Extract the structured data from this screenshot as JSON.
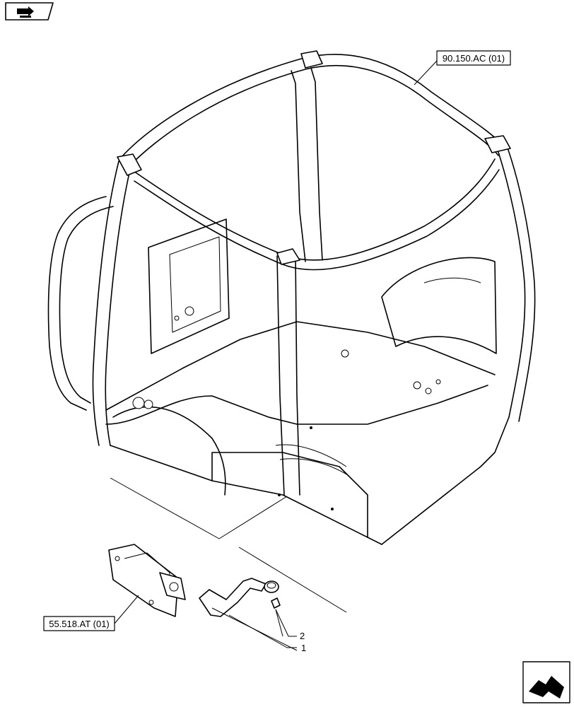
{
  "header_icon": "parts-diagram-tab-icon",
  "footer_icon": "next-page-arrow-icon",
  "references": {
    "cab_frame": "90.150.AC (01)",
    "heater_assembly": "55.518.AT (01)"
  },
  "callouts": {
    "item_1": "1",
    "item_2": "2"
  }
}
